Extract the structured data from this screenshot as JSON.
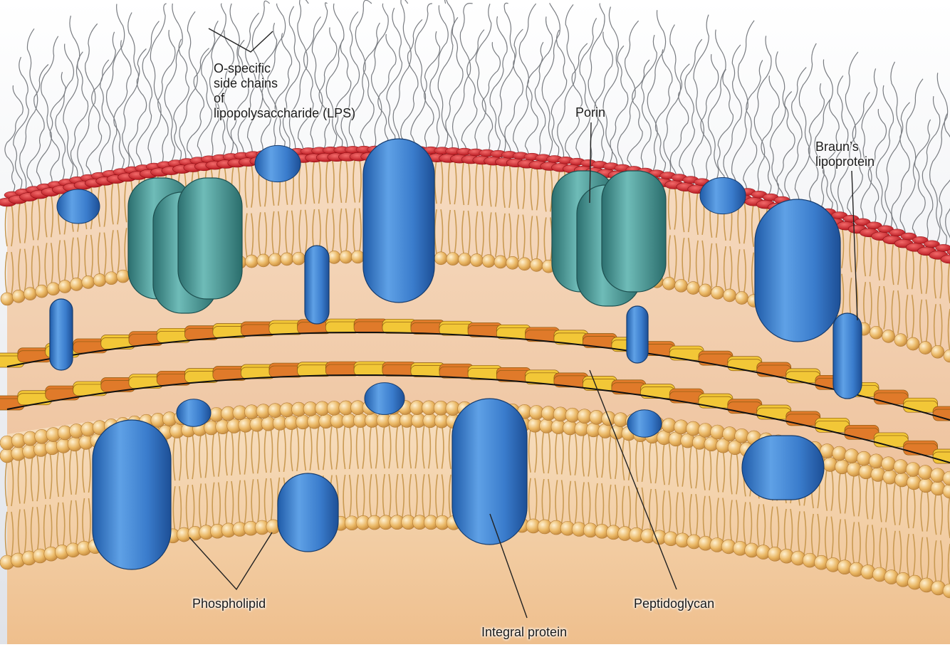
{
  "figure": {
    "labels": {
      "o_side_chains": "O-specific\nside chains\nof\nlipopolysaccharide (LPS)",
      "porin": "Porin",
      "brauns_lipoprotein": "Braun’s\nlipoprotein",
      "phospholipid": "Phospholipid",
      "integral_protein": "Integral protein",
      "peptidoglycan": "Peptidoglycan"
    }
  },
  "colors": {
    "background_top": "#e6e8ec",
    "lps_core": "#d3202a",
    "phospholipid_head": "#e9b96a",
    "phospholipid_tail": "#c99a52",
    "periplasm": "#f0c49c",
    "cytoplasm": "#f2cfa4",
    "peptidoglycan_orange": "#e07a2a",
    "peptidoglycan_yellow": "#f2c737",
    "protein_blue": "#3c7fcc",
    "porin_teal": "#3e9896"
  }
}
